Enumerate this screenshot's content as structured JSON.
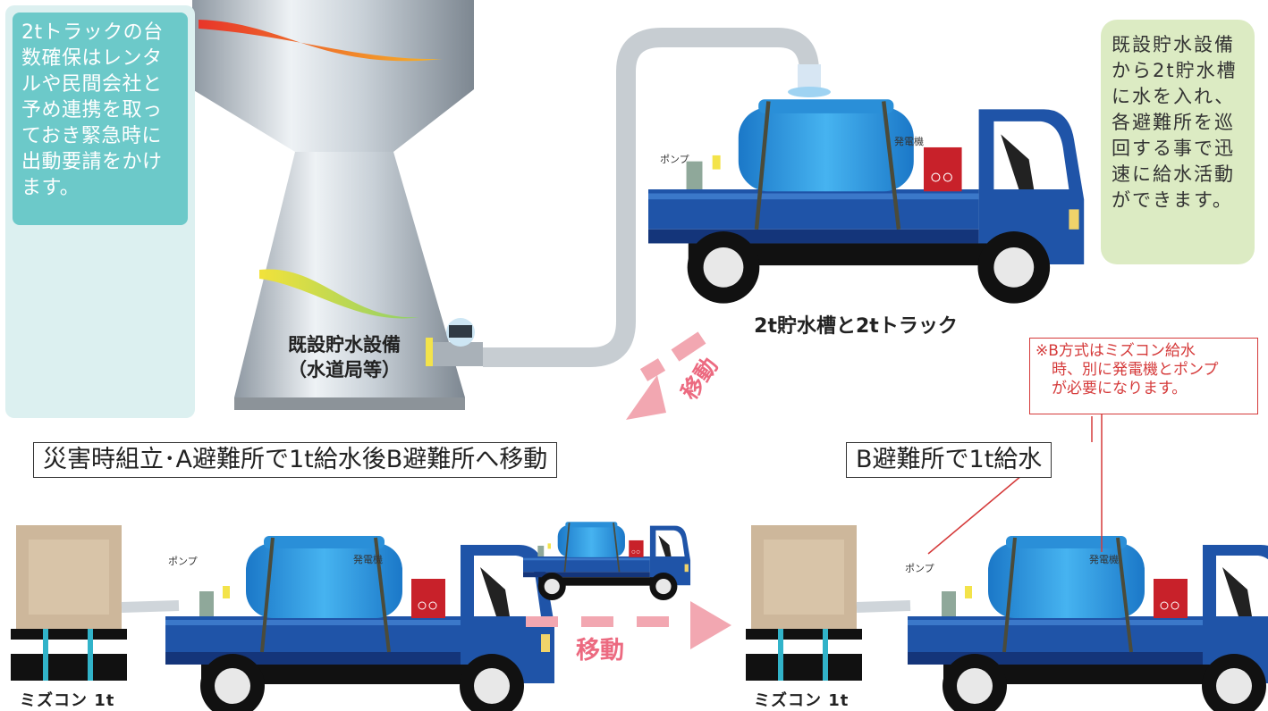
{
  "notes": {
    "left": "2tトラックの台数確保はレンタルや民間会社と予め連携を取っておき緊急時に出動要請をかけます。",
    "right": "既設貯水設備から2t貯水槽に水を入れ、各避難所を巡回する事で迅速に給水活動ができます。"
  },
  "labels": {
    "existing_facility_line1": "既設貯水設備",
    "existing_facility_line2": "（水道局等）",
    "truck_caption": "2t貯水槽と2tトラック",
    "step_a": "災害時組立･A避難所で1t給水後B避難所へ移動",
    "step_b": "B避難所で1t給水",
    "move": "移動",
    "pump": "ポンプ",
    "generator": "発電機",
    "mizucon": "ミズコン 1t"
  },
  "red_note": {
    "line1": "※B方式はミズコン給水",
    "line2": "時、別に発電機とポンプ",
    "line3": "が必要になります。"
  },
  "colors": {
    "teal": "#6cc9c9",
    "light_green": "#dcebc3",
    "truck_blue": "#1f54a8",
    "tank_blue": "#2a9ce0",
    "arrow_pink": "#f2a7b1",
    "red": "#d53a3a"
  }
}
